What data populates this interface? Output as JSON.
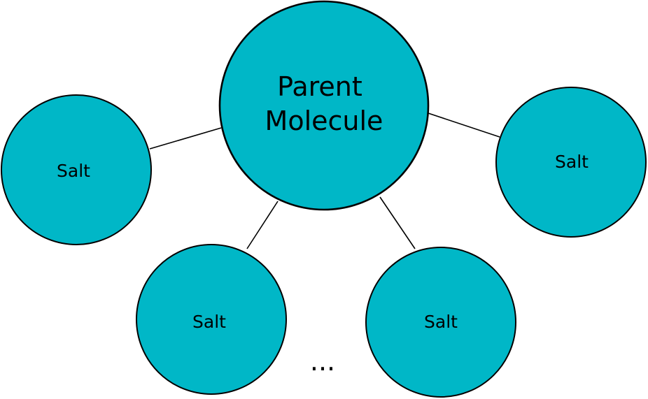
{
  "diagram": {
    "colors": {
      "node_fill": "#00B7C7",
      "stroke": "#000000",
      "background": "#FFFFFF"
    },
    "parent": {
      "line1": "Parent",
      "line2": "Molecule"
    },
    "salts": [
      {
        "label": "Salt"
      },
      {
        "label": "Salt"
      },
      {
        "label": "Salt"
      },
      {
        "label": "Salt"
      }
    ],
    "ellipsis": "..."
  }
}
